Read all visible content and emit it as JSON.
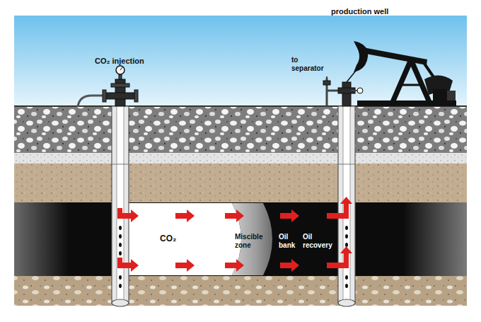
{
  "diagram": {
    "labels": [
      "CO₂ injection",
      "production well",
      "to separator",
      "CO₂",
      "Miscible zone",
      "Oil bank",
      "Oil recovery"
    ]
  }
}
